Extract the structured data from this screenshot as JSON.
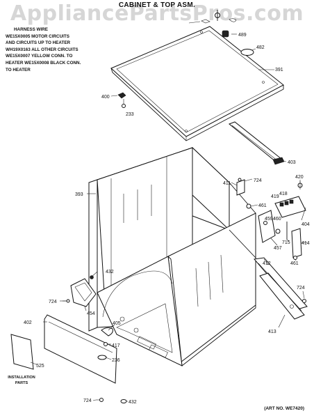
{
  "watermark": "AppliancePartsPros.com",
  "title": "CABINET & TOP ASM.",
  "harness_note": [
    "HARNESS WIRE",
    "WE15X0005 MOTOR CIRCUITS",
    "AND CIRCUITS UP TO HEATER",
    "WH19X0163 ALL OTHER CIRCUITS",
    "WE15X0007 YELLOW CONN. TO",
    "HEATER WE15X0008 BLACK CONN.",
    "TO HEATER"
  ],
  "installation_label": [
    "INSTALLATION",
    "PARTS"
  ],
  "art_number": "(ART NO. WE7420)",
  "callouts": {
    "c489": "489",
    "c482": "482",
    "c391": "391",
    "c400": "400",
    "c233": "233",
    "c403": "403",
    "c393": "393",
    "c411": "411",
    "c724a": "724",
    "c420": "420",
    "c461a": "461",
    "c419": "419",
    "c418": "418",
    "c459": "459",
    "c460": "460",
    "c404": "404",
    "c457": "457",
    "c715": "715",
    "c414": "414",
    "c461b": "461",
    "c412": "412",
    "c432a": "432",
    "c724b": "724",
    "c724c": "724",
    "c454": "454",
    "c402": "402",
    "c405": "405",
    "c417": "417",
    "c236": "236",
    "c413": "413",
    "c525": "525",
    "c724d": "724",
    "c432b": "432"
  }
}
